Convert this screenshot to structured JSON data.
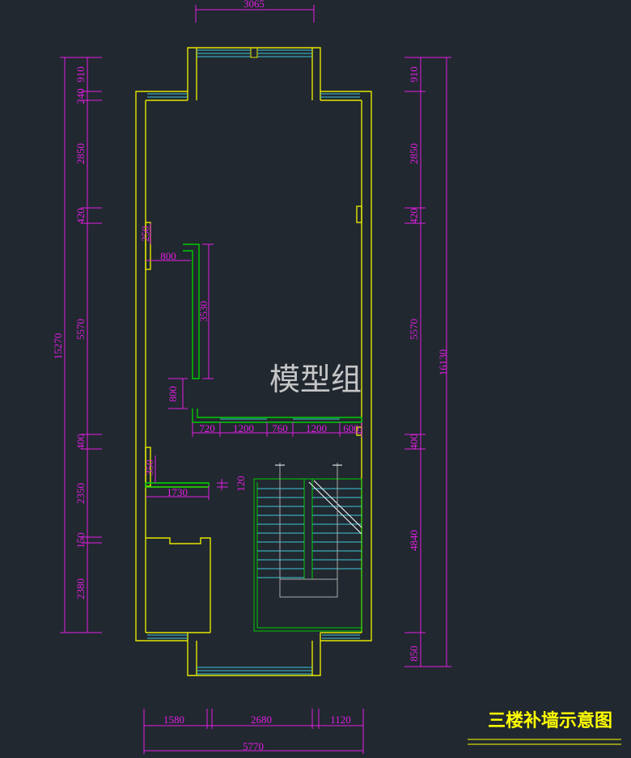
{
  "drawing": {
    "title": "三楼补墙示意图",
    "watermark": "模型组",
    "colors": {
      "background": "#212830",
      "dimension": "#e21ee2",
      "wall": "#e6e600",
      "new_wall": "#00cc00",
      "window": "#40c8d8",
      "stair": "#00e0a0",
      "title": "#ffff00"
    }
  },
  "dims": {
    "top_width": "3065",
    "left_chain": [
      "910",
      "240",
      "2850",
      "420",
      "5570",
      "400",
      "2350",
      "150",
      "2380"
    ],
    "left_total": "15270",
    "right_chain": [
      "910",
      "2850",
      "420",
      "5570",
      "400",
      "4840",
      "850"
    ],
    "right_total": "16130",
    "bottom_chain": [
      "1580",
      "2680",
      "1120"
    ],
    "bottom_total": "5770",
    "inner": {
      "d250": "250",
      "d800a": "800",
      "d3530": "3530",
      "d800b": "800",
      "row": [
        "720",
        "1200",
        "760",
        "1200",
        "600"
      ],
      "d350": "350",
      "d1730": "1730",
      "d120": "120"
    }
  }
}
